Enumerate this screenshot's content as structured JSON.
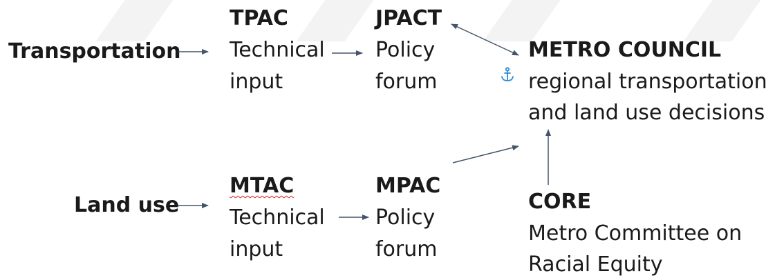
{
  "left_labels": {
    "transportation": "Transportation",
    "land_use": "Land use"
  },
  "tpac": {
    "name": "TPAC",
    "line1": "Technical",
    "line2": "input"
  },
  "jpact": {
    "name": "JPACT",
    "line1": "Policy",
    "line2": "forum"
  },
  "mtac": {
    "name": "MTAC",
    "line1": "Technical",
    "line2": "input"
  },
  "mpac": {
    "name": "MPAC",
    "line1": "Policy",
    "line2": "forum"
  },
  "metro_council": {
    "name": "METRO COUNCIL",
    "line1": "regional transportation",
    "line2": "and land use decisions"
  },
  "core": {
    "name": "CORE",
    "line1": "Metro Committee on",
    "line2": "Racial Equity"
  },
  "colors": {
    "text": "#1a1a1a",
    "arrow": "#44546a",
    "anchor_icon": "#2e8bd8",
    "spellcheck_underline": "#d62020"
  },
  "icons": {
    "anchor": "anchor-icon"
  }
}
